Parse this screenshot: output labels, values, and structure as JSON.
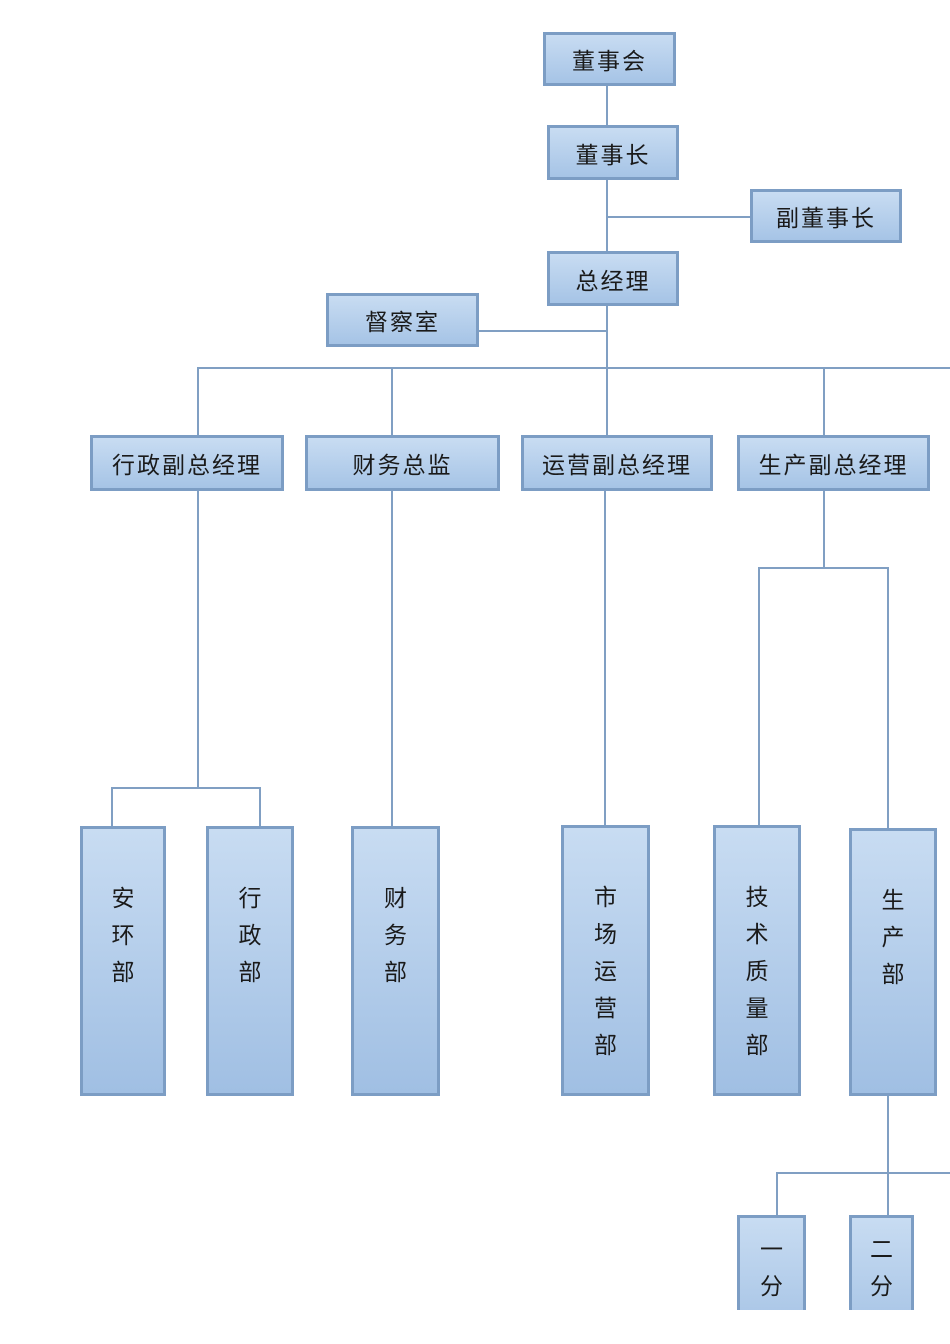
{
  "nodes": {
    "board": "董事会",
    "chairman": "董事长",
    "vice_chairman": "副董事长",
    "general_manager": "总经理",
    "supervision": "督察室",
    "admin_vp": "行政副总经理",
    "cfo": "财务总监",
    "operations_vp": "运营副总经理",
    "production_vp": "生产副总经理",
    "safety_env_dept": "安环部",
    "admin_dept": "行政部",
    "finance_dept": "财务部",
    "market_ops_dept": "市场运营部",
    "tech_quality_dept": "技术质量部",
    "production_dept": "生产部",
    "branch_factory_1": "一分厂",
    "branch_factory_2": "二分厂"
  }
}
